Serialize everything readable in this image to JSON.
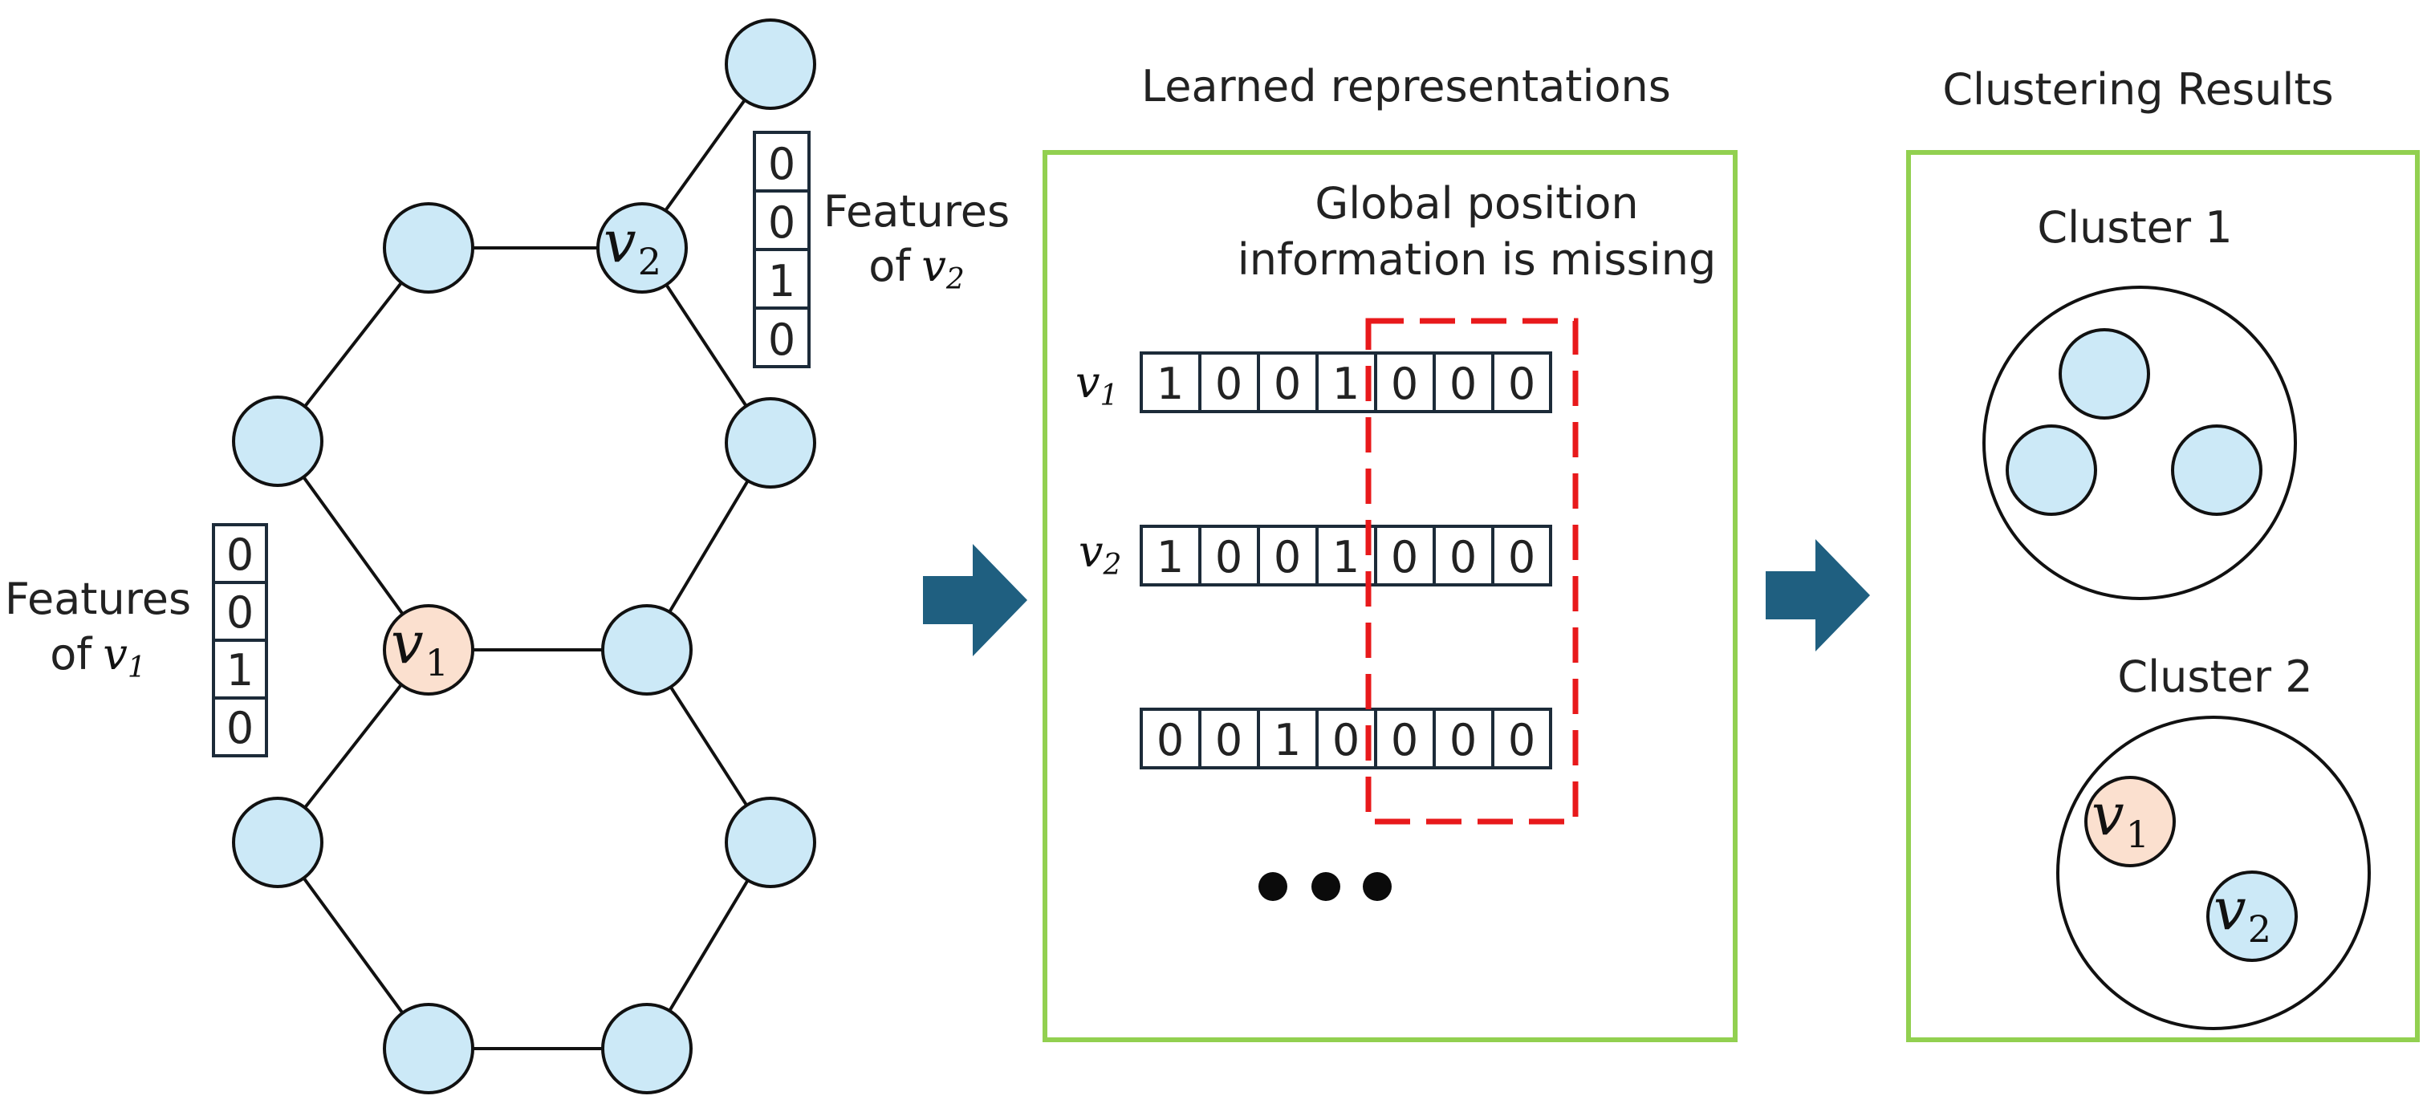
{
  "colors": {
    "node_fill": "#cce9f7",
    "highlight_fill": "#fbe0cf",
    "panel_border": "#92d050",
    "arrow_fill": "#1f5f80",
    "missing_box": "#e8191b",
    "cell_border": "#1c2b39"
  },
  "graph": {
    "v1_label": "v",
    "v1_sub": "1",
    "v2_label": "v",
    "v2_sub": "2",
    "features_v1": {
      "title": "Features",
      "of_text": "of",
      "var": "v",
      "sub": "1",
      "values": [
        "0",
        "0",
        "1",
        "0"
      ]
    },
    "features_v2": {
      "title": "Features",
      "of_text": "of",
      "var": "v",
      "sub": "2",
      "values": [
        "0",
        "0",
        "1",
        "0"
      ]
    }
  },
  "representations": {
    "title": "Learned representations",
    "missing_line1": "Global position",
    "missing_line2": "information is missing",
    "rows": [
      {
        "var": "v",
        "sub": "1",
        "values": [
          "1",
          "0",
          "0",
          "1",
          "0",
          "0",
          "0"
        ]
      },
      {
        "var": "v",
        "sub": "2",
        "values": [
          "1",
          "0",
          "0",
          "1",
          "0",
          "0",
          "0"
        ]
      },
      {
        "var": "",
        "sub": "",
        "values": [
          "0",
          "0",
          "1",
          "0",
          "0",
          "0",
          "0"
        ]
      }
    ],
    "ellipsis_icon": "ellipsis-dots"
  },
  "clustering": {
    "title": "Clustering Results",
    "cluster1_label": "Cluster 1",
    "cluster2_label": "Cluster 2",
    "v1_label": "v",
    "v1_sub": "1",
    "v2_label": "v",
    "v2_sub": "2"
  }
}
